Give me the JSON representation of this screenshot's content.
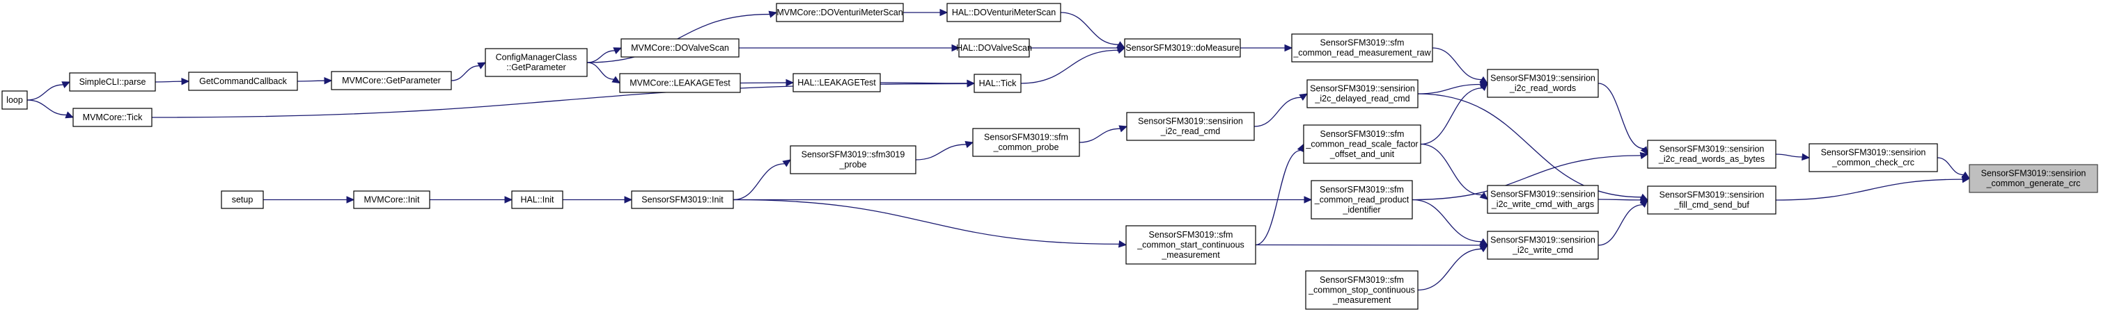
{
  "title": "Caller graph for SensorSFM3019::sensirion_common_generate_crc",
  "colors": {
    "edge": "#191970",
    "focus_fill": "#bfbfbf",
    "node_fill": "#ffffff",
    "node_stroke": "#000000"
  },
  "nodes": [
    {
      "id": "loop",
      "lines": [
        "loop"
      ]
    },
    {
      "id": "simplecli_parse",
      "lines": [
        "SimpleCLI::parse"
      ]
    },
    {
      "id": "mvmcore_tick",
      "lines": [
        "MVMCore::Tick"
      ]
    },
    {
      "id": "getcommandcallback",
      "lines": [
        "GetCommandCallback"
      ]
    },
    {
      "id": "mvmcore_getparameter",
      "lines": [
        "MVMCore::GetParameter"
      ]
    },
    {
      "id": "configmanager_getparameter",
      "lines": [
        "ConfigManagerClass",
        "::GetParameter"
      ]
    },
    {
      "id": "mvmcore_doventurimeterscan",
      "lines": [
        "MVMCore::DOVenturiMeterScan"
      ]
    },
    {
      "id": "mvmcore_dovalvescan",
      "lines": [
        "MVMCore::DOValveScan"
      ]
    },
    {
      "id": "mvmcore_leakagetest",
      "lines": [
        "MVMCore::LEAKAGETest"
      ]
    },
    {
      "id": "hal_doventurimeterscan",
      "lines": [
        "HAL::DOVenturiMeterScan"
      ]
    },
    {
      "id": "hal_dovalvescan",
      "lines": [
        "HAL::DOValveScan"
      ]
    },
    {
      "id": "hal_leakagetest",
      "lines": [
        "HAL::LEAKAGETest"
      ]
    },
    {
      "id": "hal_tick",
      "lines": [
        "HAL::Tick"
      ]
    },
    {
      "id": "sfm_domeasure",
      "lines": [
        "SensorSFM3019::doMeasure"
      ]
    },
    {
      "id": "sfm_read_measurement_raw",
      "lines": [
        "SensorSFM3019::sfm",
        "_common_read_measurement_raw"
      ]
    },
    {
      "id": "sfm_i2c_read_words",
      "lines": [
        "SensorSFM3019::sensirion",
        "_i2c_read_words"
      ]
    },
    {
      "id": "sfm_i2c_delayed_read_cmd",
      "lines": [
        "SensorSFM3019::sensirion",
        "_i2c_delayed_read_cmd"
      ]
    },
    {
      "id": "sfm_i2c_read_cmd",
      "lines": [
        "SensorSFM3019::sensirion",
        "_i2c_read_cmd"
      ]
    },
    {
      "id": "sfm_common_probe",
      "lines": [
        "SensorSFM3019::sfm",
        "_common_probe"
      ]
    },
    {
      "id": "sfm3019_probe",
      "lines": [
        "SensorSFM3019::sfm3019",
        "_probe"
      ]
    },
    {
      "id": "sfm_read_scale_factor",
      "lines": [
        "SensorSFM3019::sfm",
        "_common_read_scale_factor",
        "_offset_and_unit"
      ]
    },
    {
      "id": "sfm_i2c_read_words_as_bytes",
      "lines": [
        "SensorSFM3019::sensirion",
        "_i2c_read_words_as_bytes"
      ]
    },
    {
      "id": "sfm_common_check_crc",
      "lines": [
        "SensorSFM3019::sensirion",
        "_common_check_crc"
      ]
    },
    {
      "id": "sfm_common_generate_crc",
      "lines": [
        "SensorSFM3019::sensirion",
        "_common_generate_crc"
      ],
      "focus": true
    },
    {
      "id": "sfm_fill_cmd_send_buf",
      "lines": [
        "SensorSFM3019::sensirion",
        "_fill_cmd_send_buf"
      ]
    },
    {
      "id": "sfm_i2c_write_cmd_with_args",
      "lines": [
        "SensorSFM3019::sensirion",
        "_i2c_write_cmd_with_args"
      ]
    },
    {
      "id": "sfm_read_product_identifier",
      "lines": [
        "SensorSFM3019::sfm",
        "_common_read_product",
        "_identifier"
      ]
    },
    {
      "id": "sfm_i2c_write_cmd",
      "lines": [
        "SensorSFM3019::sensirion",
        "_i2c_write_cmd"
      ]
    },
    {
      "id": "sfm_stop_continuous",
      "lines": [
        "SensorSFM3019::sfm",
        "_common_stop_continuous",
        "_measurement"
      ]
    },
    {
      "id": "sfm_start_continuous",
      "lines": [
        "SensorSFM3019::sfm",
        "_common_start_continuous",
        "_measurement"
      ]
    },
    {
      "id": "sfm_init",
      "lines": [
        "SensorSFM3019::Init"
      ]
    },
    {
      "id": "hal_init",
      "lines": [
        "HAL::Init"
      ]
    },
    {
      "id": "mvmcore_init",
      "lines": [
        "MVMCore::Init"
      ]
    },
    {
      "id": "setup",
      "lines": [
        "setup"
      ]
    }
  ],
  "edges": [
    [
      "loop",
      "simplecli_parse"
    ],
    [
      "loop",
      "mvmcore_tick"
    ],
    [
      "simplecli_parse",
      "getcommandcallback"
    ],
    [
      "getcommandcallback",
      "mvmcore_getparameter"
    ],
    [
      "mvmcore_getparameter",
      "configmanager_getparameter"
    ],
    [
      "configmanager_getparameter",
      "mvmcore_doventurimeterscan"
    ],
    [
      "configmanager_getparameter",
      "mvmcore_dovalvescan"
    ],
    [
      "configmanager_getparameter",
      "mvmcore_leakagetest"
    ],
    [
      "mvmcore_doventurimeterscan",
      "hal_doventurimeterscan"
    ],
    [
      "mvmcore_dovalvescan",
      "hal_dovalvescan"
    ],
    [
      "mvmcore_leakagetest",
      "hal_leakagetest"
    ],
    [
      "hal_leakagetest",
      "hal_tick"
    ],
    [
      "mvmcore_tick",
      "hal_tick"
    ],
    [
      "hal_doventurimeterscan",
      "sfm_domeasure"
    ],
    [
      "hal_dovalvescan",
      "sfm_domeasure"
    ],
    [
      "hal_tick",
      "sfm_domeasure"
    ],
    [
      "sfm_domeasure",
      "sfm_read_measurement_raw"
    ],
    [
      "sfm_read_measurement_raw",
      "sfm_i2c_read_words"
    ],
    [
      "sfm_i2c_delayed_read_cmd",
      "sfm_i2c_read_words"
    ],
    [
      "sfm_read_scale_factor",
      "sfm_i2c_read_words"
    ],
    [
      "sfm_i2c_read_cmd",
      "sfm_i2c_delayed_read_cmd"
    ],
    [
      "sfm_common_probe",
      "sfm_i2c_read_cmd"
    ],
    [
      "sfm3019_probe",
      "sfm_common_probe"
    ],
    [
      "sfm_init",
      "sfm3019_probe"
    ],
    [
      "sfm_init",
      "sfm_read_product_identifier"
    ],
    [
      "sfm_init",
      "sfm_start_continuous"
    ],
    [
      "sfm_start_continuous",
      "sfm_read_scale_factor"
    ],
    [
      "sfm_start_continuous",
      "sfm_i2c_write_cmd"
    ],
    [
      "sfm_read_scale_factor",
      "sfm_i2c_write_cmd_with_args"
    ],
    [
      "sfm_read_product_identifier",
      "sfm_i2c_read_words_as_bytes"
    ],
    [
      "sfm_read_product_identifier",
      "sfm_i2c_write_cmd"
    ],
    [
      "sfm_stop_continuous",
      "sfm_i2c_write_cmd"
    ],
    [
      "sfm_i2c_read_words",
      "sfm_i2c_read_words_as_bytes"
    ],
    [
      "sfm_i2c_delayed_read_cmd",
      "sfm_fill_cmd_send_buf"
    ],
    [
      "sfm_i2c_write_cmd_with_args",
      "sfm_fill_cmd_send_buf"
    ],
    [
      "sfm_i2c_write_cmd",
      "sfm_fill_cmd_send_buf"
    ],
    [
      "sfm_i2c_read_words_as_bytes",
      "sfm_common_check_crc"
    ],
    [
      "sfm_common_check_crc",
      "sfm_common_generate_crc"
    ],
    [
      "sfm_fill_cmd_send_buf",
      "sfm_common_generate_crc"
    ],
    [
      "setup",
      "mvmcore_init"
    ],
    [
      "mvmcore_init",
      "hal_init"
    ],
    [
      "hal_init",
      "sfm_init"
    ]
  ]
}
